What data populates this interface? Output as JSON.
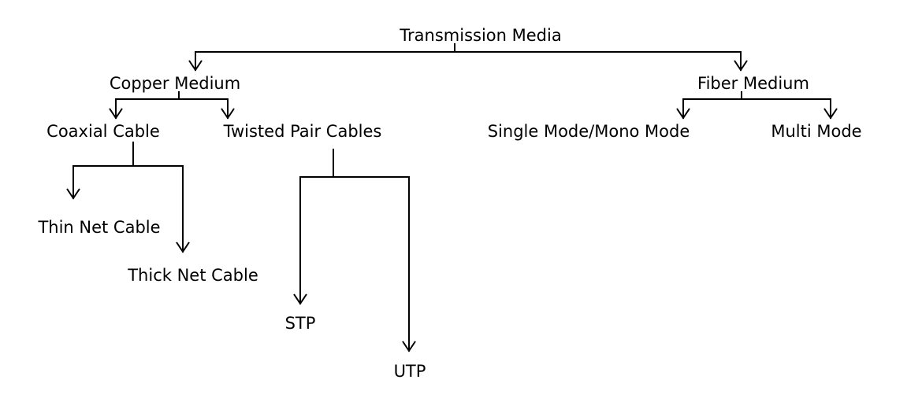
{
  "diagram": {
    "root": "Transmission Media",
    "copper": {
      "label": "Copper Medium",
      "coaxial": {
        "label": "Coaxial Cable",
        "thin": "Thin Net Cable",
        "thick": "Thick Net Cable"
      },
      "twisted": {
        "label": "Twisted Pair Cables",
        "stp": "STP",
        "utp": "UTP"
      }
    },
    "fiber": {
      "label": "Fiber Medium",
      "single": "Single Mode/Mono Mode",
      "multi": "Multi Mode"
    }
  }
}
